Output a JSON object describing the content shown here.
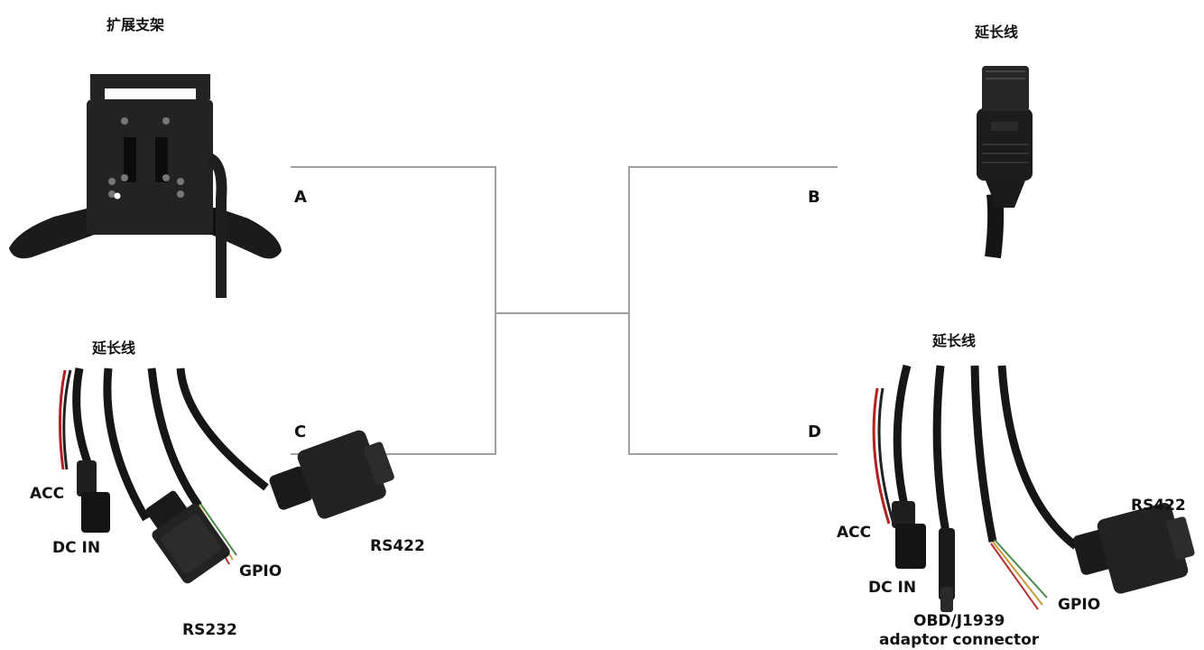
{
  "accent": "#a0a0a0",
  "panels": {
    "a": {
      "title": "扩展支架",
      "letter": "A",
      "icon": "bracket-mount-photo"
    },
    "b": {
      "title": "延长线",
      "letter": "B",
      "icon": "connector-plug-photo"
    },
    "c": {
      "title": "延长线",
      "letter": "C",
      "icon": "cable-harness-photo",
      "labels": {
        "acc": "ACC",
        "dc_in": "DC IN",
        "gpio": "GPIO",
        "rs422": "RS422",
        "rs232": "RS232"
      }
    },
    "d": {
      "title": "延长线",
      "letter": "D",
      "icon": "cable-harness-photo",
      "labels": {
        "acc": "ACC",
        "dc_in": "DC IN",
        "obd_line1": "OBD/J1939",
        "obd_line2": "adaptor connector",
        "gpio": "GPIO",
        "rs422": "RS422"
      }
    }
  }
}
